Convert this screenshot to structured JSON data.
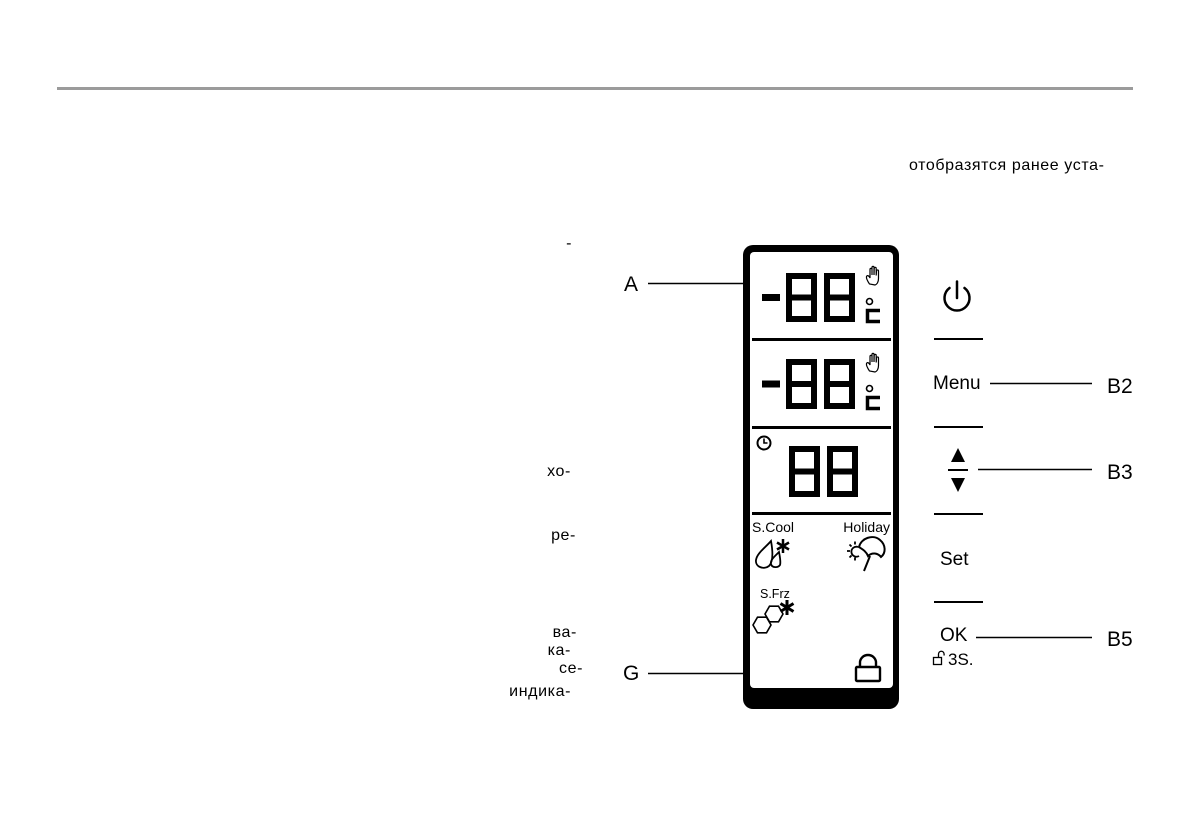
{
  "page": {
    "top_right_text": "отобразятся ранее уста-"
  },
  "fragments": [
    "-",
    "хо-",
    "ре-",
    "ва-",
    "ка-",
    "се-",
    "индика-"
  ],
  "callouts": {
    "a": "A",
    "g": "G",
    "b2": "B2",
    "b3": "B3",
    "b5": "B5"
  },
  "display": {
    "zone1": "-88",
    "zone2": "-88",
    "timer": "88",
    "s_cool_label": "S.Cool",
    "holiday_label": "Holiday",
    "s_frz_label": "S.Frz"
  },
  "buttons": {
    "menu": "Menu",
    "set": "Set",
    "ok": "OK",
    "ok_hold": "3S."
  },
  "icons": {
    "panel": [
      "hand-icon",
      "mode-indicator-icon",
      "clock-icon",
      "super-cool-icon",
      "holiday-icon",
      "super-freeze-icon",
      "lock-icon"
    ],
    "buttons": [
      "power-icon",
      "up-arrow-icon",
      "down-arrow-icon",
      "unlock-icon"
    ]
  },
  "colors": {
    "ink": "#000000",
    "rule": "#9b9b9b",
    "screen": "#ffffff"
  }
}
